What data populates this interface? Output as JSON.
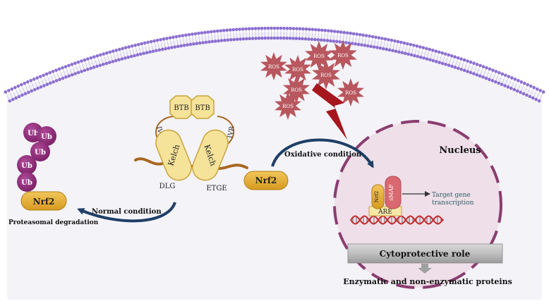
{
  "labels": {
    "ros": "ROS",
    "ub": "Ub",
    "nrf2": "Nrf2",
    "btb": "BTB",
    "ivr": "IVR",
    "kelch": "Kelch",
    "dlg": "DLG",
    "etge": "ETGE",
    "smaf": "sMAF",
    "are": "ARE",
    "nucleus": "Nucleus",
    "proteasomal_degradation": "Proteasomal degradation",
    "normal_condition": "Normal condition",
    "oxidative_condition": "Oxidative condition",
    "target_gene_line1": "Target gene",
    "target_gene_line2": "transcription",
    "cytoprotective_role": "Cytoprotective role",
    "enzymatic_proteins": "Enzymatic and non-enzymatic proteins"
  },
  "colors": {
    "membrane": "#8b6fd0",
    "cytoplasm": "#f4f3f8",
    "ros_fill": "#b8575e",
    "ub_fill": "#8f2a7a",
    "nrf2_fill": "#e8b233",
    "btb_fill": "#f6e39a",
    "kelch_fill": "#f6e39a",
    "chain": "#a8661f",
    "lightning": "#a5161d",
    "arrow": "#1e3f66",
    "nucleus_fill": "#eedfe8",
    "nucleus_border": "#8a3d70",
    "smaf_fill": "#d96870",
    "dna_strand": "#c12a2e"
  }
}
